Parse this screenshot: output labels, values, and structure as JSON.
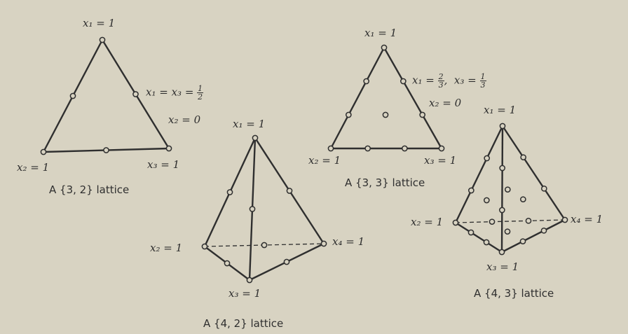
{
  "diagrams": [
    {
      "caption": "A {3, 2} lattice",
      "top_vertex": "x₁ = 1",
      "left_vertex": "x₂ = 1",
      "right_vertex": "x₃ = 1",
      "edge_point_prefix": "x₁ = x₃ =",
      "edge_point_num": "1",
      "edge_point_den": "2",
      "edge_point_second": "x₂ = 0"
    },
    {
      "caption": "A {3, 3} lattice",
      "top_vertex": "x₁ = 1",
      "left_vertex": "x₂ = 1",
      "right_vertex": "x₃ = 1",
      "edge_point_a": "x₁ =",
      "edge_point_a_num": "2",
      "edge_point_a_den": "3",
      "edge_point_b": "x₃ =",
      "edge_point_b_num": "1",
      "edge_point_b_den": "3",
      "edge_point_second": "x₂ = 0"
    },
    {
      "caption": "A {4, 2} lattice",
      "top_vertex": "x₁ = 1",
      "left_vertex": "x₂ = 1",
      "right_vertex": "x₄ = 1",
      "bottom_vertex": "x₃ = 1"
    },
    {
      "caption": "A {4, 3} lattice",
      "top_vertex": "x₁ = 1",
      "left_vertex": "x₂ = 1",
      "right_vertex": "x₄ = 1",
      "bottom_vertex": "x₃ = 1"
    }
  ],
  "colors": {
    "background": "#d8d3c2",
    "ink": "#2f2f2f"
  }
}
